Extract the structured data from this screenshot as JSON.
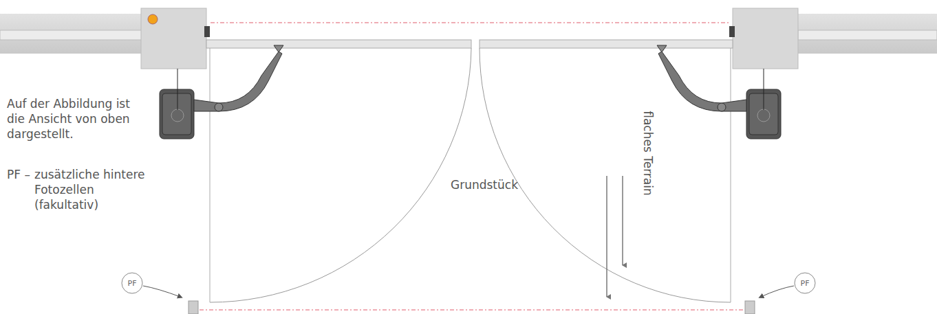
{
  "diagram": {
    "nodes": [
      {
        "text": [
          "PF"
        ]
      },
      {
        "text": [
          "PF"
        ]
      }
    ],
    "labels": [
      "Auf der Abbildung ist die Ansicht von oben dargestellt.",
      "PF –",
      "zusätzliche hintere Fotozellen (fakultativ)",
      "Grundstück",
      "flaches Terrain"
    ]
  }
}
